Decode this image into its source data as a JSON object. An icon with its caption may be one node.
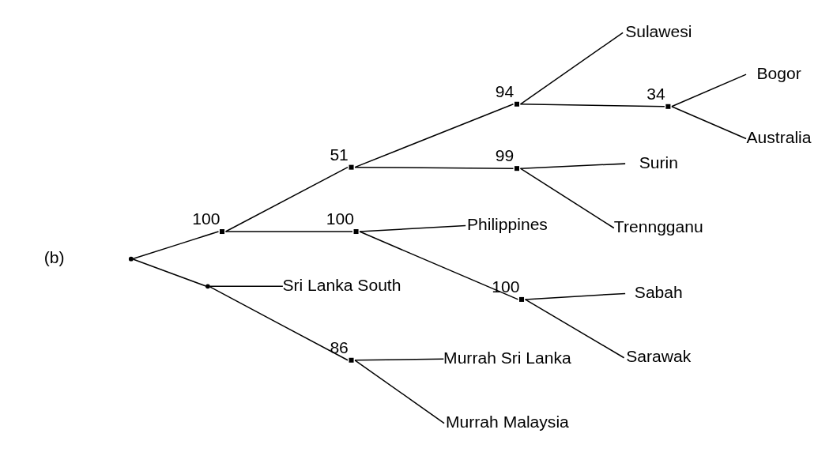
{
  "diagram": {
    "nodes": [
      {
        "text": [],
        "shape": "point"
      },
      {
        "text": [],
        "shape": "point",
        "beside": [
          "100"
        ]
      },
      {
        "text": [],
        "shape": "point",
        "beside": [
          "51"
        ]
      },
      {
        "text": [],
        "shape": "point",
        "beside": [
          "94"
        ]
      },
      {
        "text": [
          "Sulawesi"
        ]
      },
      {
        "text": [],
        "shape": "point",
        "beside": [
          "34"
        ]
      },
      {
        "text": [
          "Bogor"
        ]
      },
      {
        "text": [
          "Australia"
        ]
      },
      {
        "text": [],
        "shape": "point",
        "beside": [
          "99"
        ]
      },
      {
        "text": [
          "Surin"
        ]
      },
      {
        "text": [
          "Trenngganu"
        ]
      },
      {
        "text": [],
        "shape": "point",
        "beside": [
          "100"
        ]
      },
      {
        "text": [
          "Philippines"
        ]
      },
      {
        "text": [],
        "shape": "point",
        "beside": [
          "100"
        ]
      },
      {
        "text": [
          "Sabah"
        ]
      },
      {
        "text": [
          "Sarawak"
        ]
      },
      {
        "text": [],
        "shape": "point"
      },
      {
        "text": [
          "Sri Lanka South"
        ]
      },
      {
        "text": [],
        "shape": "point",
        "beside": [
          "86"
        ]
      },
      {
        "text": [
          "Murrah Sri Lanka"
        ]
      },
      {
        "text": [
          "Murrah Malaysia"
        ]
      }
    ],
    "edges": [
      {
        "from": 0,
        "to": 1,
        "arrow": "none"
      },
      {
        "from": 1,
        "to": 2,
        "arrow": "none"
      },
      {
        "from": 2,
        "to": 3,
        "arrow": "none"
      },
      {
        "from": 3,
        "to": 4,
        "arrow": "none"
      },
      {
        "from": 3,
        "to": 5,
        "arrow": "none"
      },
      {
        "from": 5,
        "to": 6,
        "arrow": "none"
      },
      {
        "from": 5,
        "to": 7,
        "arrow": "none"
      },
      {
        "from": 2,
        "to": 8,
        "arrow": "none"
      },
      {
        "from": 8,
        "to": 9,
        "arrow": "none"
      },
      {
        "from": 8,
        "to": 10,
        "arrow": "none"
      },
      {
        "from": 1,
        "to": 11,
        "arrow": "none"
      },
      {
        "from": 11,
        "to": 12,
        "arrow": "none"
      },
      {
        "from": 11,
        "to": 13,
        "arrow": "none"
      },
      {
        "from": 13,
        "to": 14,
        "arrow": "none"
      },
      {
        "from": 13,
        "to": 15,
        "arrow": "none"
      },
      {
        "from": 0,
        "to": 16,
        "arrow": "none"
      },
      {
        "from": 16,
        "to": 17,
        "arrow": "none"
      },
      {
        "from": 16,
        "to": 18,
        "arrow": "none"
      },
      {
        "from": 18,
        "to": 19,
        "arrow": "none"
      },
      {
        "from": 18,
        "to": 20,
        "arrow": "none"
      }
    ],
    "labels": [
      "(b)"
    ]
  }
}
